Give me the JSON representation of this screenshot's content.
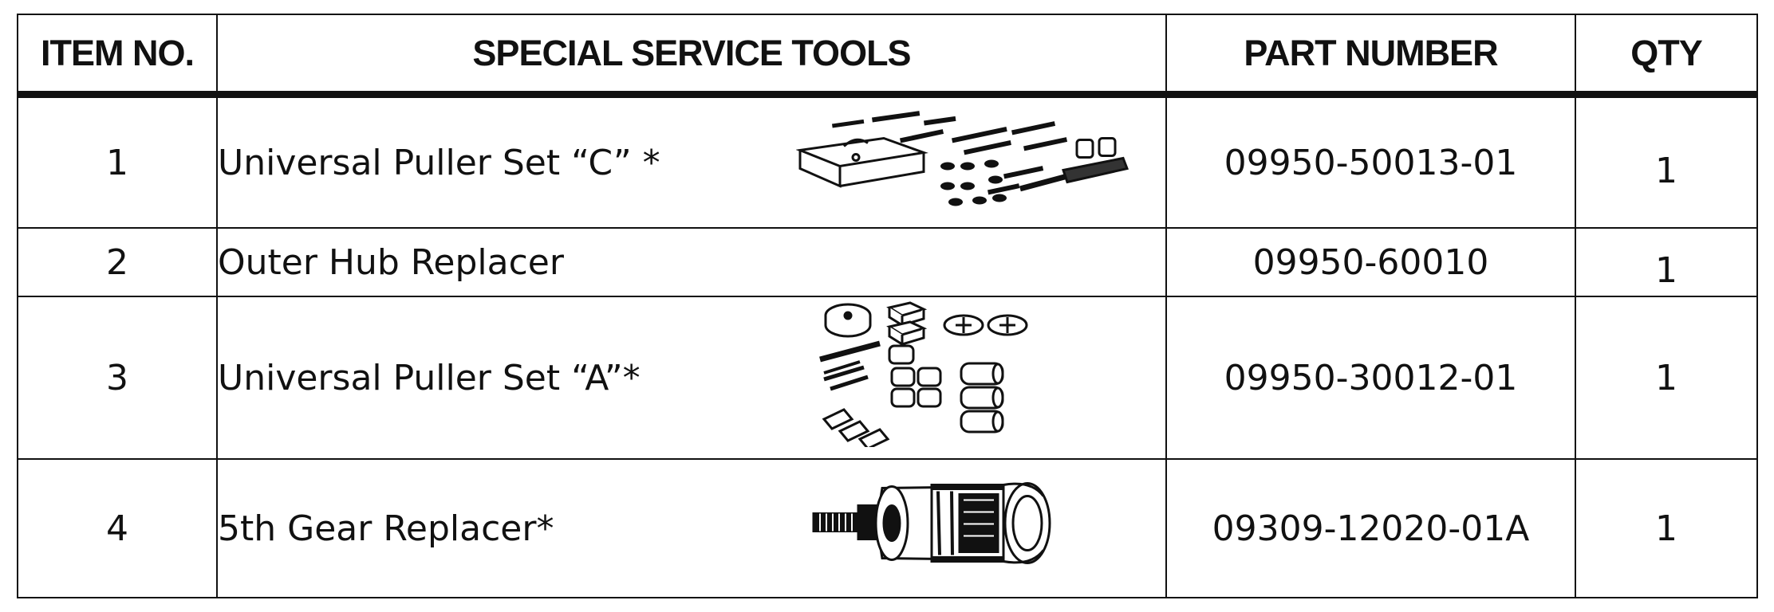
{
  "headers": {
    "item_no": "ITEM NO.",
    "tools": "SPECIAL SERVICE TOOLS",
    "part_number": "PART NUMBER",
    "qty": "QTY"
  },
  "rows": [
    {
      "item": "1",
      "tool": "Universal Puller Set “C” *",
      "part": "09950-50013-01",
      "qty": "1",
      "image": "puller-set-c-illustration"
    },
    {
      "item": "2",
      "tool": "Outer Hub Replacer",
      "part": "09950-60010",
      "qty": "1",
      "image": ""
    },
    {
      "item": "3",
      "tool": "Universal Puller Set “A”*",
      "part": "09950-30012-01",
      "qty": "1",
      "image": "puller-set-a-illustration"
    },
    {
      "item": "4",
      "tool": "5th Gear Replacer*",
      "part": "09309-12020-01A",
      "qty": "1",
      "image": "gear-replacer-illustration"
    }
  ]
}
